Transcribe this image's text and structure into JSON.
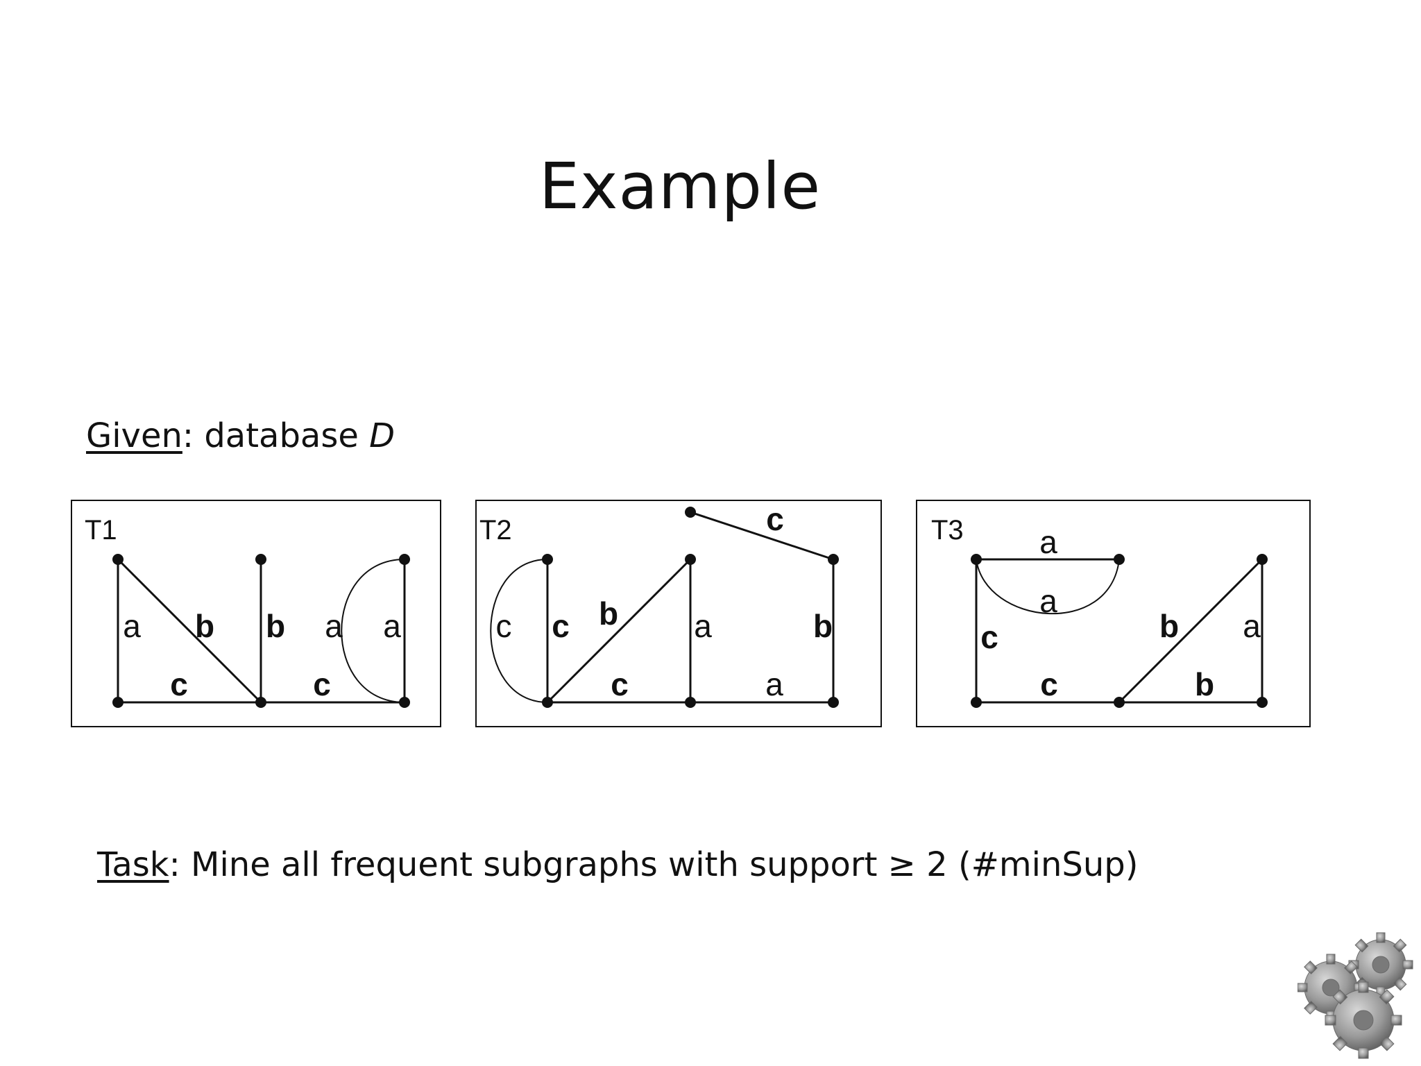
{
  "title": "Example",
  "given": {
    "label": "Given",
    "sep": ": ",
    "text": "database ",
    "var": "D"
  },
  "task": {
    "label": "Task",
    "text": ": Mine all frequent subgraphs with support ≥ 2  (#minSup)"
  },
  "graphs": [
    {
      "name": "T1",
      "edge_labels": [
        "a",
        "b",
        "b",
        "a",
        "a",
        "c",
        "c"
      ]
    },
    {
      "name": "T2",
      "edge_labels": [
        "c",
        "c",
        "c",
        "b",
        "a",
        "b",
        "c",
        "a"
      ]
    },
    {
      "name": "T3",
      "edge_labels": [
        "a",
        "a",
        "c",
        "b",
        "a",
        "c",
        "b"
      ]
    }
  ],
  "decor": {
    "icon": "gears-icon",
    "colors": {
      "line": "#111111",
      "gear": "#9a9a9a"
    }
  }
}
